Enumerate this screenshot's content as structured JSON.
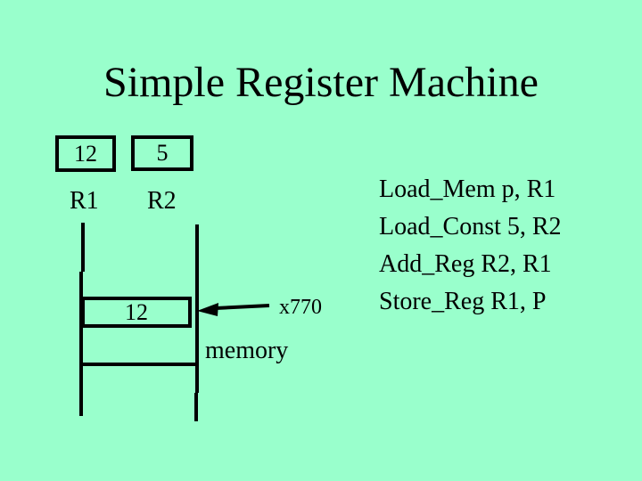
{
  "slide": {
    "title": "Simple Register Machine",
    "background_color": "#99ffcc",
    "text_color": "#000000"
  },
  "registers": [
    {
      "label": "R1",
      "value": "12"
    },
    {
      "label": "R2",
      "value": "5"
    }
  ],
  "memory": {
    "label": "memory",
    "cell_value": "12",
    "address_label": "x770"
  },
  "program": {
    "lines": [
      "Load_Mem p, R1",
      "Load_Const 5, R2",
      "Add_Reg R2, R1",
      "Store_Reg R1, P"
    ]
  }
}
